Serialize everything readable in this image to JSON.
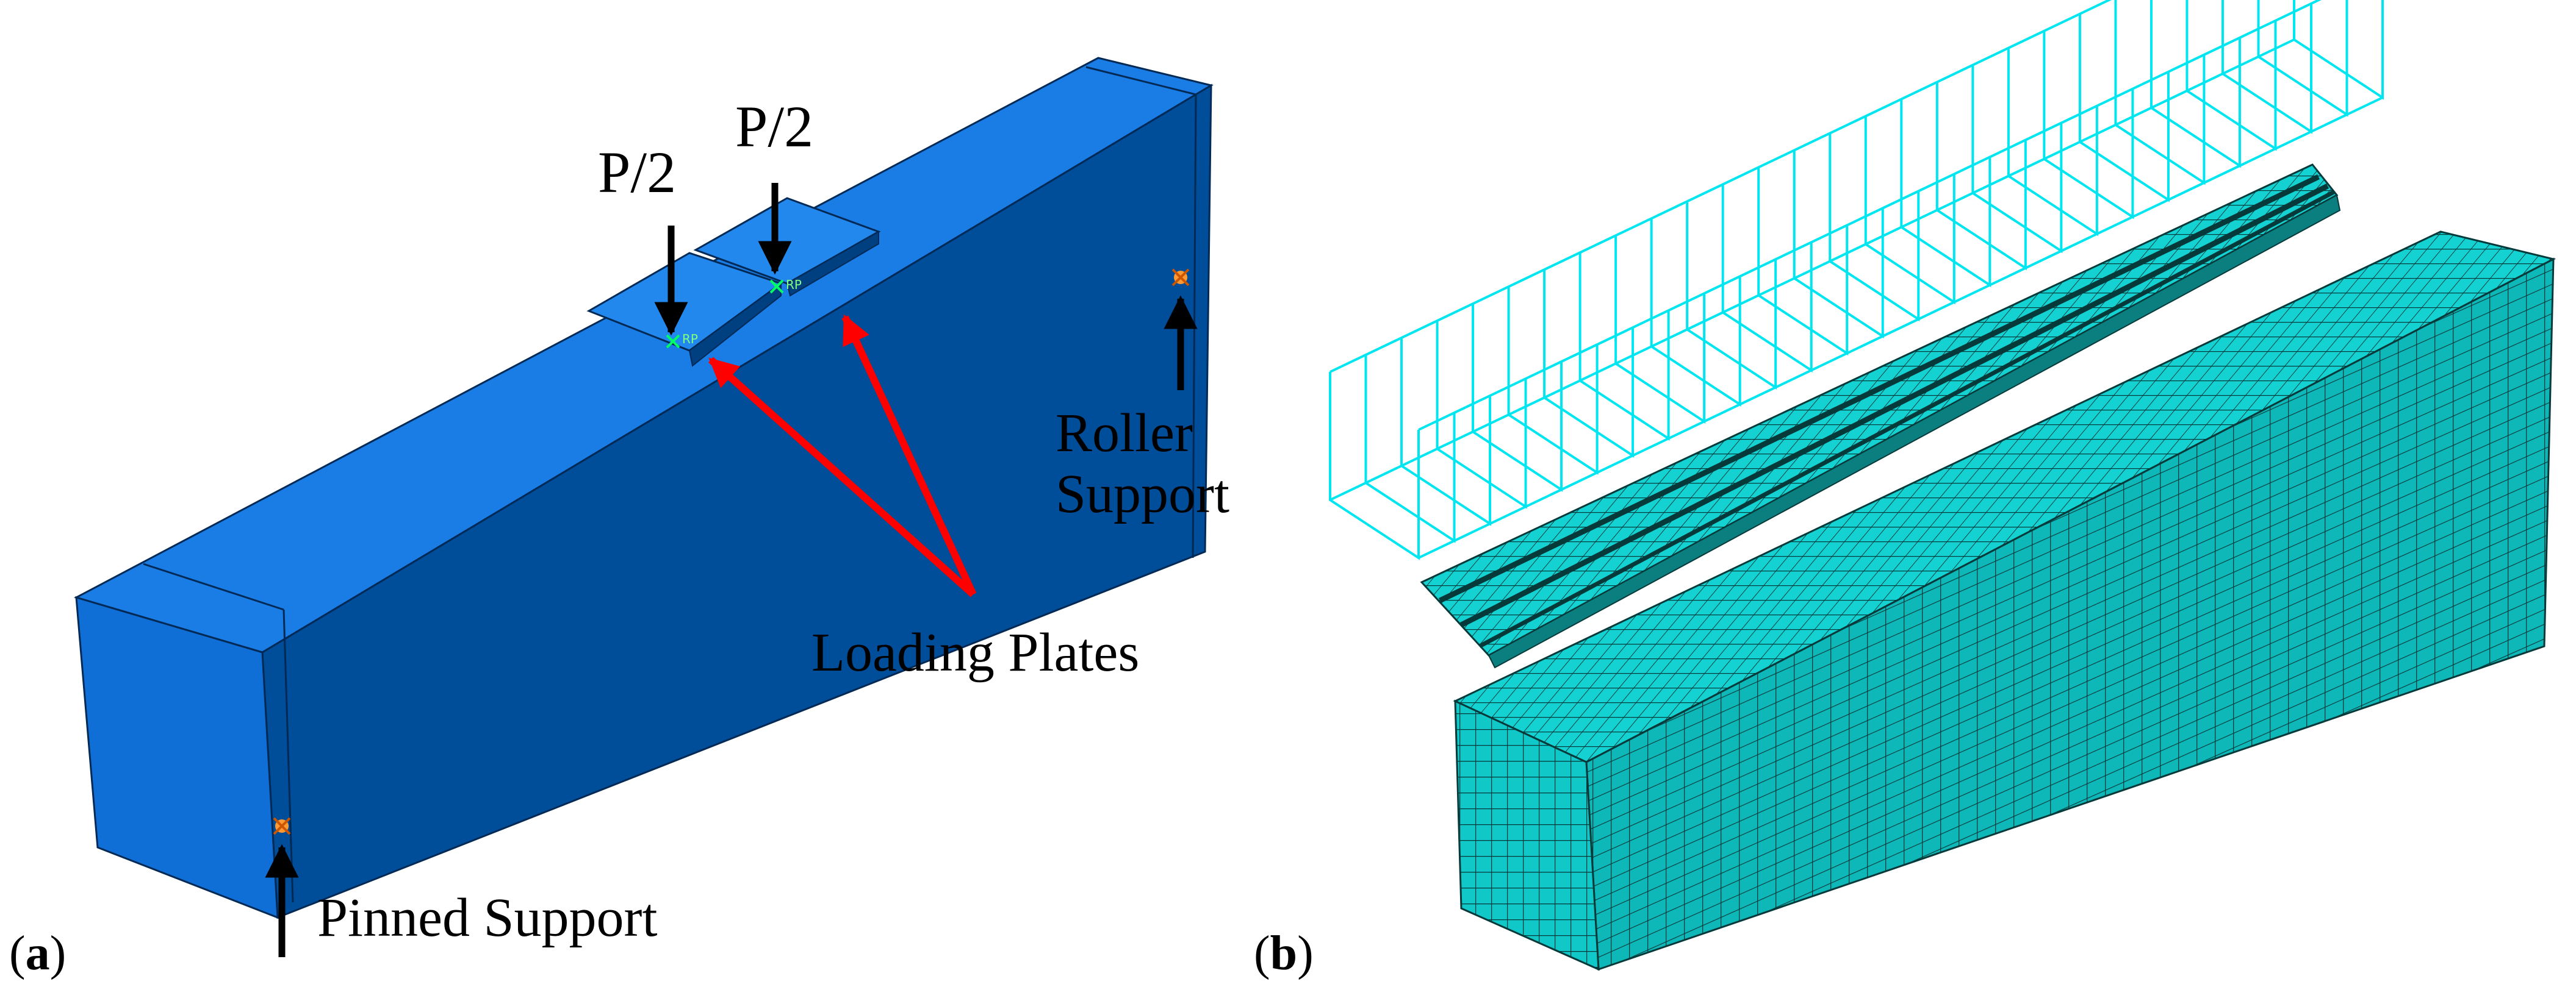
{
  "panel_a": {
    "caption_open": "(",
    "caption_letter": "a",
    "caption_close": ")",
    "load_left": "P/2",
    "load_right": "P/2",
    "rp_left": "RP",
    "rp_right": "RP",
    "loading_plates_label": "Loading Plates",
    "roller_label_line1": "Roller",
    "roller_label_line2": "Support",
    "pinned_label": "Pinned Support",
    "colors": {
      "beam_front": "#0f6fd6",
      "beam_top": "#1a7de6",
      "beam_side": "#004d9a",
      "support_marker": "#ff9933",
      "annotation_arrow": "#ff0000"
    }
  },
  "panel_b": {
    "caption_open": "(",
    "caption_letter": "b",
    "caption_close": ")",
    "colors": {
      "mesh_fill": "#10c8c8",
      "mesh_line": "#063a3a",
      "stirrup": "#00e6f0"
    }
  }
}
